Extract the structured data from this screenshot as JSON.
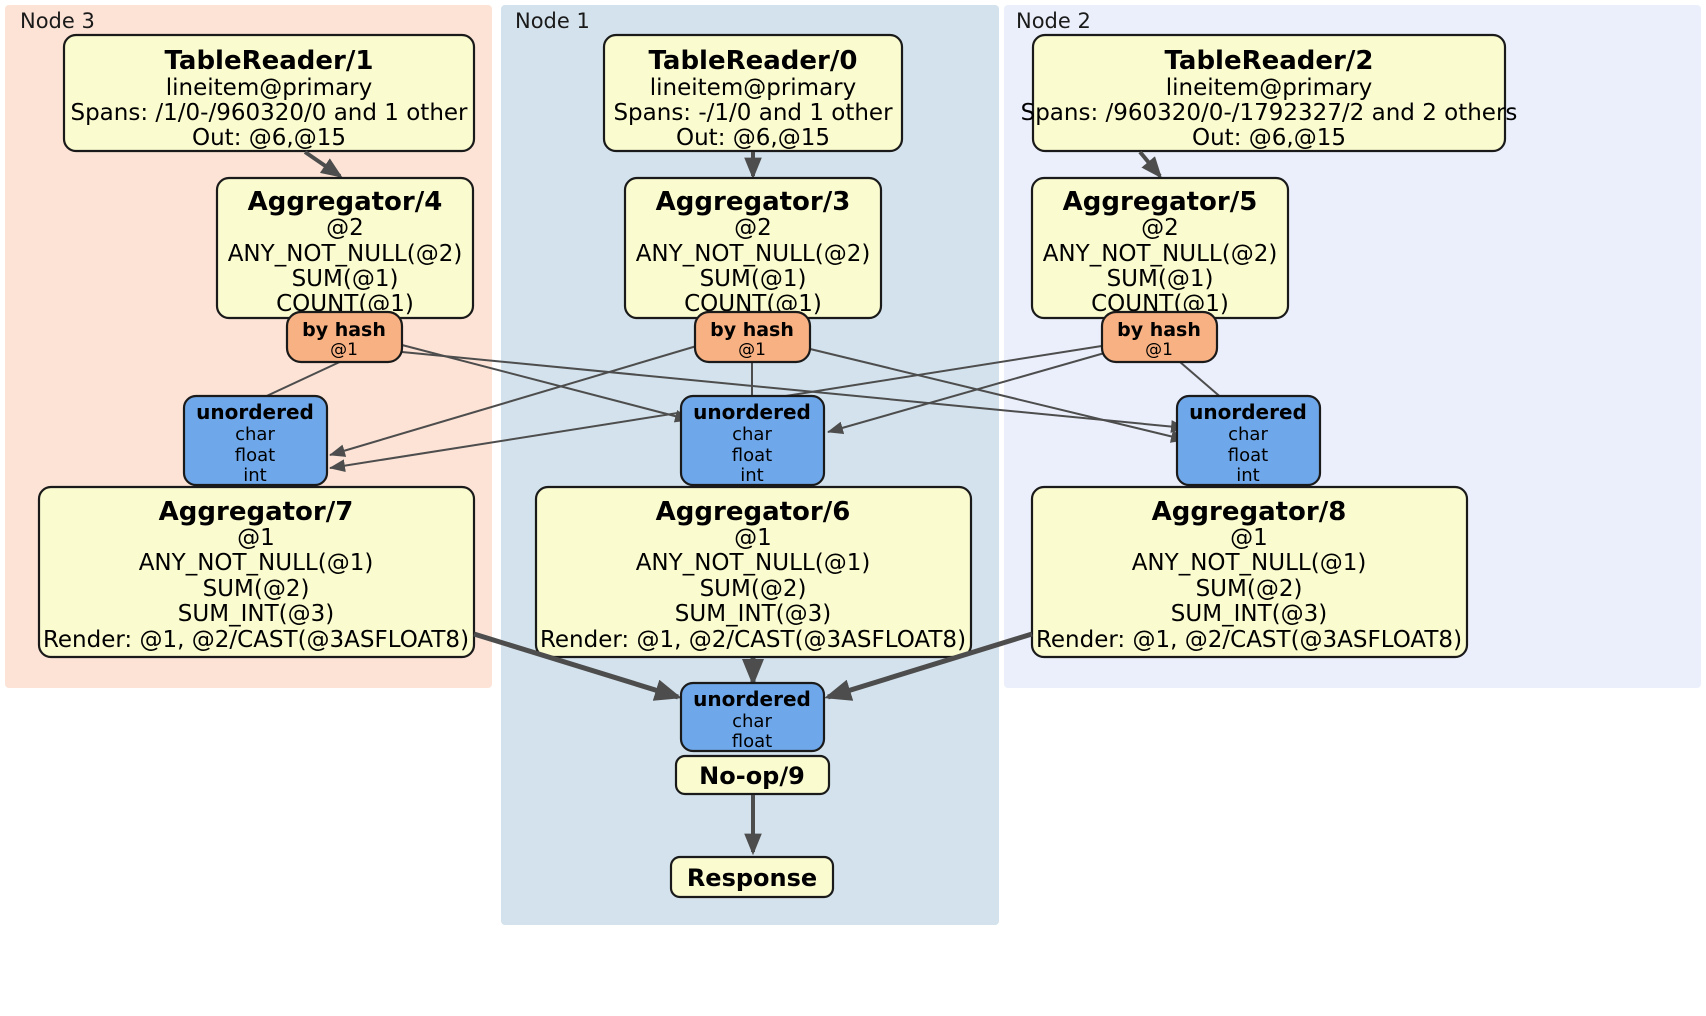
{
  "diagram": {
    "title": "Distributed SQL query plan",
    "colors": {
      "node3_panel": "#fce3d6",
      "node1_panel": "#d3e2ec",
      "node2_panel": "#eaeffb",
      "processor_fill": "#fbfbd0",
      "router_fill": "#f7b183",
      "sync_fill": "#6fa8ea",
      "edge": "#4d4d4d",
      "outline": "#1a1a1a"
    },
    "panels": [
      {
        "id": "node3",
        "label": "Node 3"
      },
      {
        "id": "node1",
        "label": "Node 1"
      },
      {
        "id": "node2",
        "label": "Node 2"
      }
    ],
    "processors": [
      {
        "id": "tablereader1",
        "title": "TableReader/1",
        "lines": [
          "lineitem@primary",
          "Spans: /1/0-/960320/0 and 1 other",
          "Out: @6,@15"
        ]
      },
      {
        "id": "tablereader0",
        "title": "TableReader/0",
        "lines": [
          "lineitem@primary",
          "Spans: -/1/0 and 1 other",
          "Out: @6,@15"
        ]
      },
      {
        "id": "tablereader2",
        "title": "TableReader/2",
        "lines": [
          "lineitem@primary",
          "Spans: /960320/0-/1792327/2 and 2 others",
          "Out: @6,@15"
        ]
      },
      {
        "id": "aggregator4",
        "title": "Aggregator/4",
        "lines": [
          "@2",
          "ANY_NOT_NULL(@2)",
          "SUM(@1)",
          "COUNT(@1)"
        ]
      },
      {
        "id": "aggregator3",
        "title": "Aggregator/3",
        "lines": [
          "@2",
          "ANY_NOT_NULL(@2)",
          "SUM(@1)",
          "COUNT(@1)"
        ]
      },
      {
        "id": "aggregator5",
        "title": "Aggregator/5",
        "lines": [
          "@2",
          "ANY_NOT_NULL(@2)",
          "SUM(@1)",
          "COUNT(@1)"
        ]
      },
      {
        "id": "aggregator7",
        "title": "Aggregator/7",
        "lines": [
          "@1",
          "ANY_NOT_NULL(@1)",
          "SUM(@2)",
          "SUM_INT(@3)",
          "Render: @1, @2/CAST(@3ASFLOAT8)"
        ]
      },
      {
        "id": "aggregator6",
        "title": "Aggregator/6",
        "lines": [
          "@1",
          "ANY_NOT_NULL(@1)",
          "SUM(@2)",
          "SUM_INT(@3)",
          "Render: @1, @2/CAST(@3ASFLOAT8)"
        ]
      },
      {
        "id": "aggregator8",
        "title": "Aggregator/8",
        "lines": [
          "@1",
          "ANY_NOT_NULL(@1)",
          "SUM(@2)",
          "SUM_INT(@3)",
          "Render: @1, @2/CAST(@3ASFLOAT8)"
        ]
      }
    ],
    "routers": [
      {
        "id": "byhash4",
        "title": "by hash",
        "lines": [
          "@1"
        ]
      },
      {
        "id": "byhash3",
        "title": "by hash",
        "lines": [
          "@1"
        ]
      },
      {
        "id": "byhash5",
        "title": "by hash",
        "lines": [
          "@1"
        ]
      }
    ],
    "synchronizers": [
      {
        "id": "unordered7",
        "title": "unordered",
        "lines": [
          "char",
          "float",
          "int"
        ]
      },
      {
        "id": "unordered6",
        "title": "unordered",
        "lines": [
          "char",
          "float",
          "int"
        ]
      },
      {
        "id": "unordered8",
        "title": "unordered",
        "lines": [
          "char",
          "float",
          "int"
        ]
      },
      {
        "id": "unordered9",
        "title": "unordered",
        "lines": [
          "char",
          "float"
        ]
      }
    ],
    "terminals": [
      {
        "id": "noop9",
        "title": "No-op/9"
      },
      {
        "id": "response",
        "title": "Response"
      }
    ]
  }
}
